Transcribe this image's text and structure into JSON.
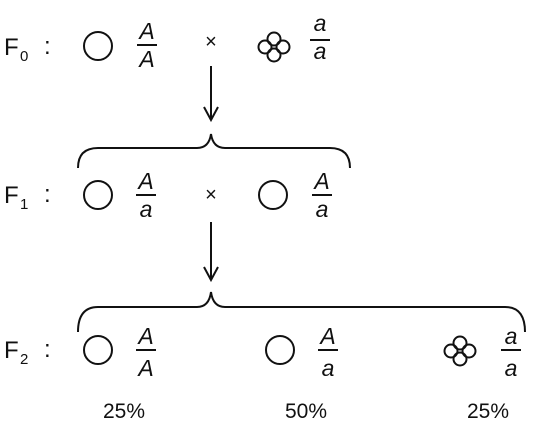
{
  "generations": [
    {
      "id": "F0",
      "label": "F",
      "sub": "0",
      "sep": ":"
    },
    {
      "id": "F1",
      "label": "F",
      "sub": "1",
      "sep": ":"
    },
    {
      "id": "F2",
      "label": "F",
      "sub": "2",
      "sep": ":"
    }
  ],
  "cross_symbol": "×",
  "genotypes": {
    "f0_left": {
      "top": "A",
      "bottom": "A",
      "phenotype": "round"
    },
    "f0_right": {
      "top": "a",
      "bottom": "a",
      "phenotype": "wrinkled"
    },
    "f1_left": {
      "top": "A",
      "bottom": "a",
      "phenotype": "round"
    },
    "f1_right": {
      "top": "A",
      "bottom": "a",
      "phenotype": "round"
    },
    "f2_left": {
      "top": "A",
      "bottom": "A",
      "phenotype": "round"
    },
    "f2_mid": {
      "top": "A",
      "bottom": "a",
      "phenotype": "round"
    },
    "f2_right": {
      "top": "a",
      "bottom": "a",
      "phenotype": "wrinkled"
    }
  },
  "percentages": [
    "25%",
    "50%",
    "25%"
  ],
  "icons": {
    "round": "round-seed-icon",
    "wrinkled": "wrinkled-seed-icon"
  }
}
